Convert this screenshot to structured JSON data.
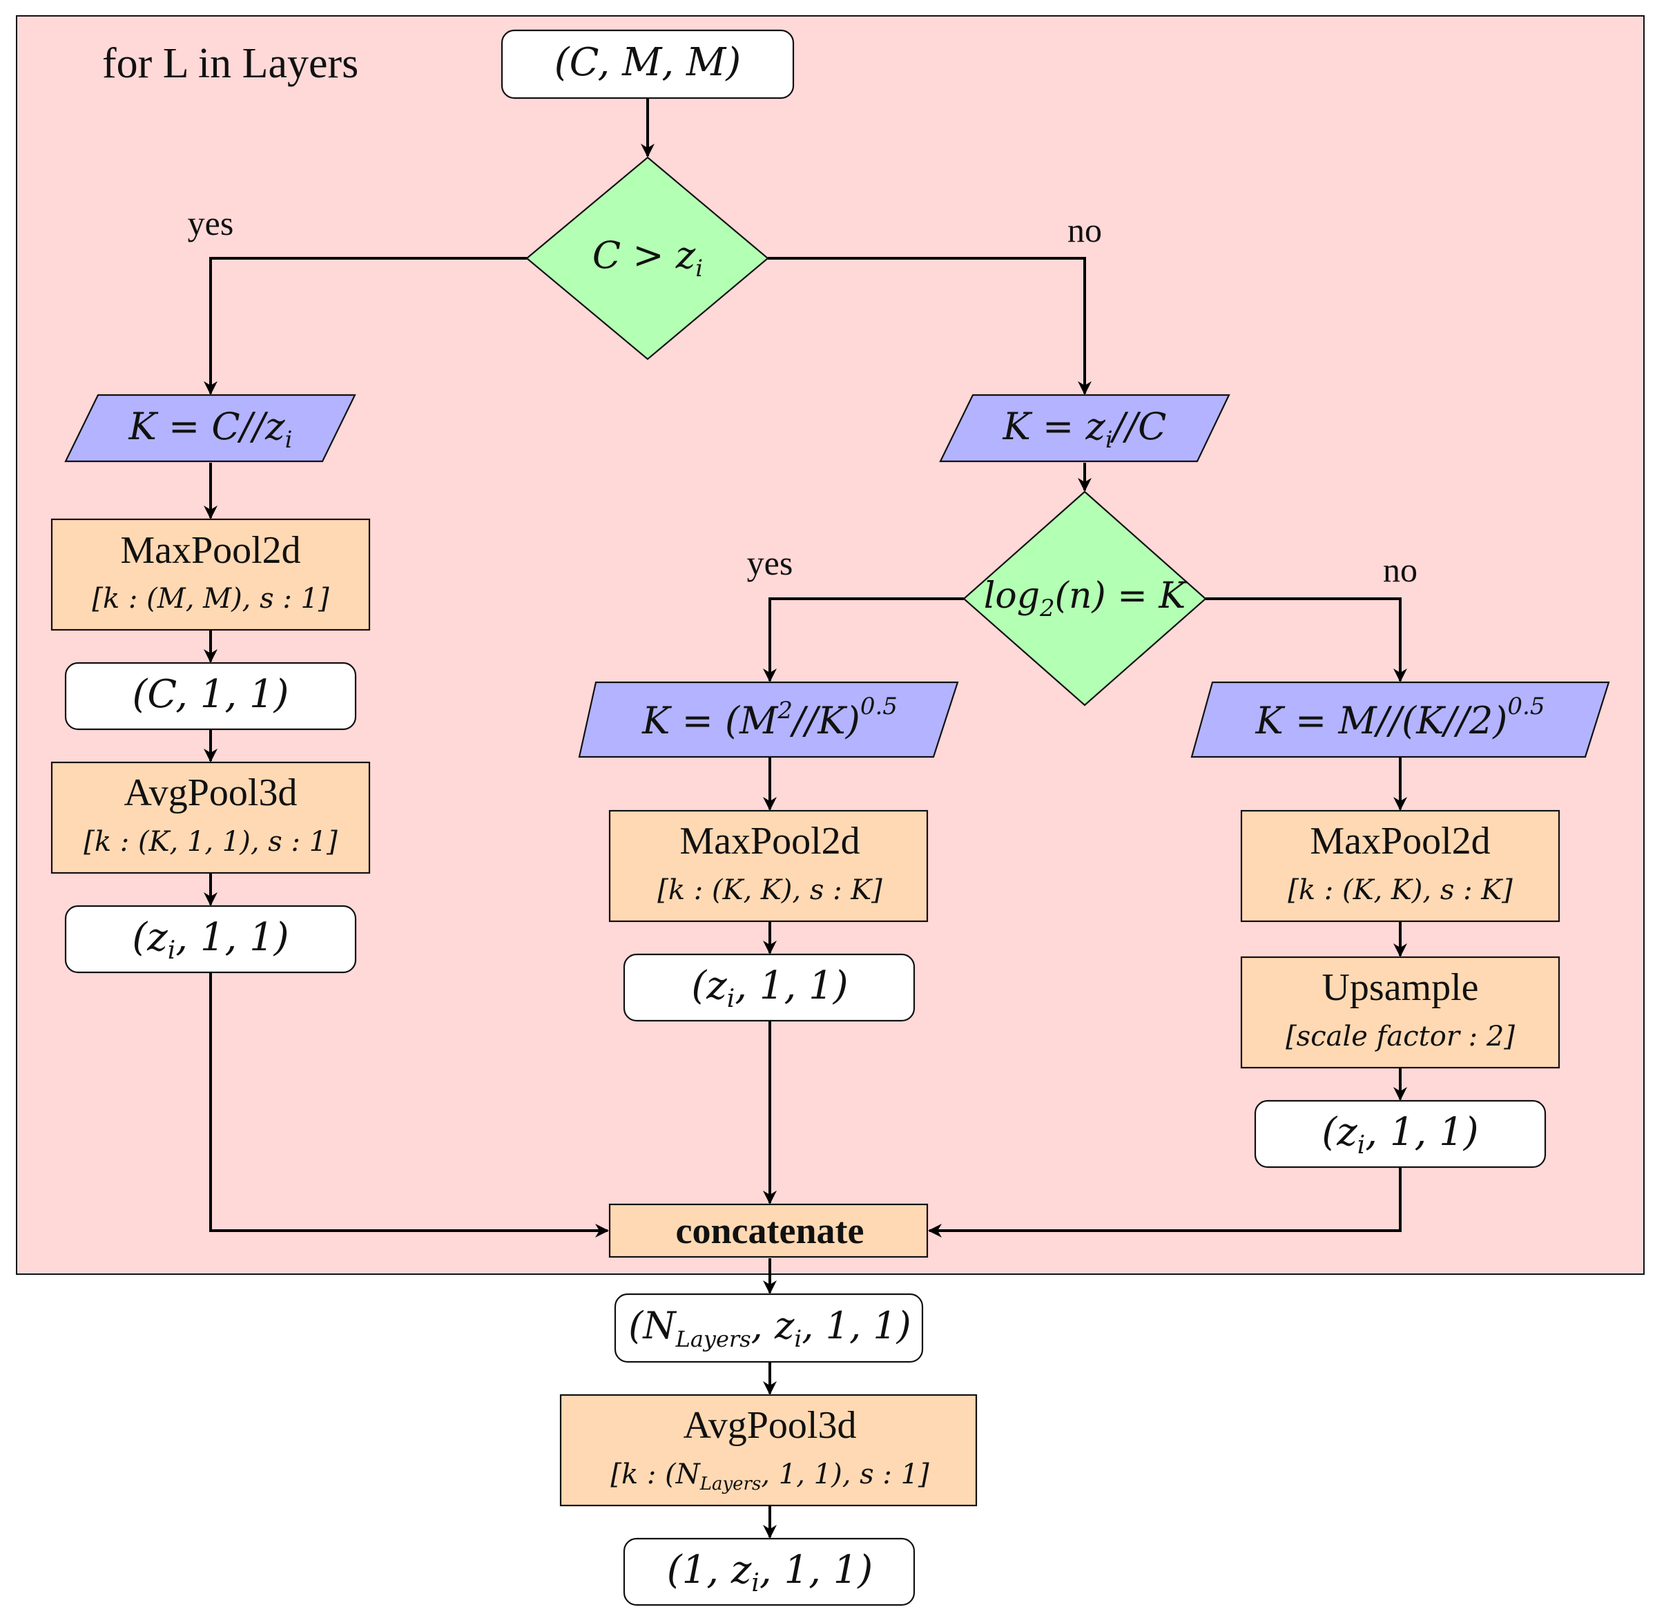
{
  "loop": {
    "label": "for L in Layers"
  },
  "nodes": {
    "input": "(C, M, M)",
    "decision1": "C > z",
    "decision1_sub": "i",
    "branch_yes1": "yes",
    "branch_no1": "no",
    "left": {
      "k_para": "K = C//z",
      "k_para_sub": "i",
      "maxpool_title": "MaxPool2d",
      "maxpool_params": "[k : (M, M), s : 1]",
      "out1": "(C, 1, 1)",
      "avgpool_title": "AvgPool3d",
      "avgpool_params": "[k : (K, 1, 1), s : 1]",
      "out2_z": "(z",
      "out2_sub": "i",
      "out2_rest": ", 1, 1)"
    },
    "right": {
      "k_para_a": "K = z",
      "k_para_sub": "i",
      "k_para_b": "//C",
      "decision2_a": "log",
      "decision2_sub": "2",
      "decision2_b": "(n) = K",
      "branch_yes2": "yes",
      "branch_no2": "no"
    },
    "mid": {
      "k_para_a": "K = (M",
      "k_para_sup": "2",
      "k_para_b": "//K)",
      "k_para_exp": "0.5",
      "maxpool_title": "MaxPool2d",
      "maxpool_params": "[k : (K, K), s : K]",
      "out_z": "(z",
      "out_sub": "i",
      "out_rest": ", 1, 1)"
    },
    "far": {
      "k_para_a": "K = M//(K//2)",
      "k_para_exp": "0.5",
      "maxpool_title": "MaxPool2d",
      "maxpool_params": "[k : (K, K), s : K]",
      "upsample_title": "Upsample",
      "upsample_params": "[scale  factor : 2]",
      "out_z": "(z",
      "out_sub": "i",
      "out_rest": ", 1, 1)"
    },
    "concat": "concatenate",
    "stack_a": "(N",
    "stack_sub": "Layers",
    "stack_b": ", z",
    "stack_sub2": "i",
    "stack_c": ", 1, 1)",
    "final_pool_title": "AvgPool3d",
    "final_pool_a": "[k : (N",
    "final_pool_sub": "Layers",
    "final_pool_b": ", 1, 1), s : 1]",
    "output_a": "(1, z",
    "output_sub": "i",
    "output_b": ", 1, 1)"
  },
  "colors": {
    "loop_bg": "#ffd8d8",
    "decision": "#b3ffb3",
    "io": "#b3b3ff",
    "process": "#ffd9b3",
    "terminal": "#ffffff"
  }
}
